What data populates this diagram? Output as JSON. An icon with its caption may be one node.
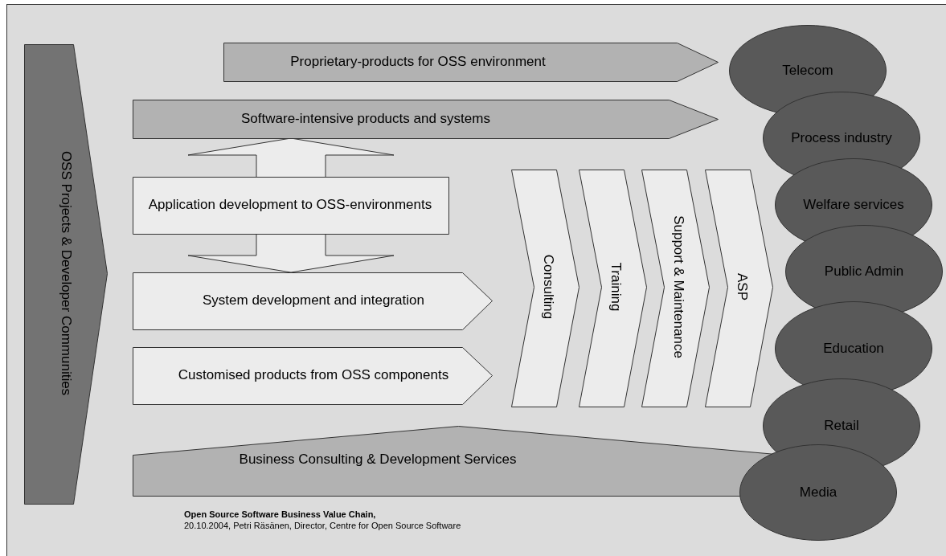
{
  "diagram": {
    "caption": "Open Source Software Business Value Chain,",
    "labels": [
      "20.10.2004, Petri Räsänen, Director, Centre for Open Source Software"
    ],
    "edges": [
      {
        "from": 2,
        "to": 4,
        "arrow": "both"
      }
    ],
    "nodes": [
      {
        "text": [
          "OSS Projects & Developer Communities"
        ]
      },
      {
        "text": [
          "Proprietary-products for OSS environment"
        ]
      },
      {
        "text": [
          "Software-intensive products and systems"
        ]
      },
      {
        "text": [
          "Application development to OSS-environments"
        ]
      },
      {
        "text": [
          "System development and integration"
        ]
      },
      {
        "text": [
          "Customised products from OSS components"
        ]
      },
      {
        "text": [
          "Consulting"
        ]
      },
      {
        "text": [
          "Training"
        ]
      },
      {
        "text": [
          "Support & Maintenance"
        ]
      },
      {
        "text": [
          "ASP"
        ]
      },
      {
        "text": [
          "Business Consulting & Development Services"
        ]
      },
      {
        "text": [
          "Telecom"
        ]
      },
      {
        "text": [
          "Process industry"
        ]
      },
      {
        "text": [
          "Welfare services"
        ]
      },
      {
        "text": [
          "Public Admin"
        ]
      },
      {
        "text": [
          "Education"
        ]
      },
      {
        "text": [
          "Retail"
        ]
      },
      {
        "text": [
          "Media"
        ]
      }
    ]
  }
}
